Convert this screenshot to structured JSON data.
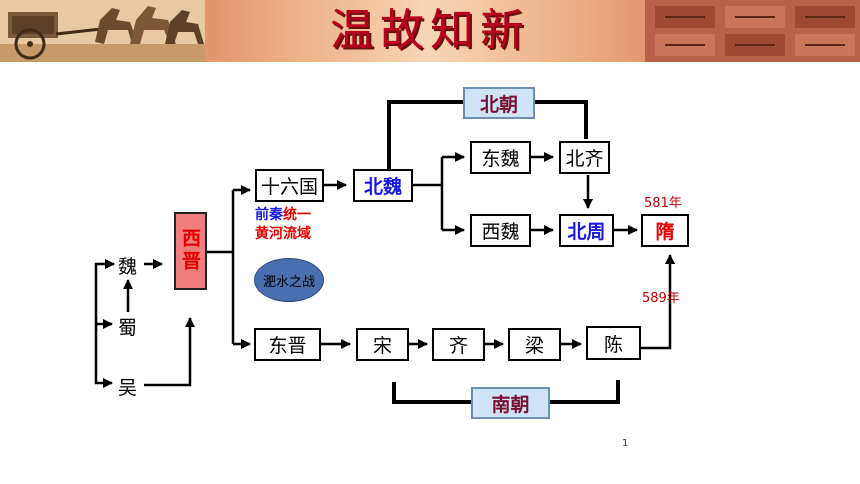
{
  "title": "温故知新",
  "nodes": {
    "wei": "魏",
    "shu": "蜀",
    "wu": "吴",
    "xijin": "西晋",
    "shiliuguo": "十六国",
    "beiwei": "北魏",
    "dongwei": "东魏",
    "beiqi": "北齐",
    "xiwei": "西魏",
    "beizhou": "北周",
    "sui": "隋",
    "dongjin": "东晋",
    "song": "宋",
    "qi": "齐",
    "liang": "梁",
    "chen": "陈"
  },
  "groups": {
    "north": "北朝",
    "south": "南朝"
  },
  "notes": {
    "qianqin_a": "前秦",
    "qianqin_b": "统一",
    "qianqin_c": "黄河流域",
    "feishui": "淝水之战",
    "year_581": "581年",
    "year_589": "589年"
  },
  "page_number": "1"
}
